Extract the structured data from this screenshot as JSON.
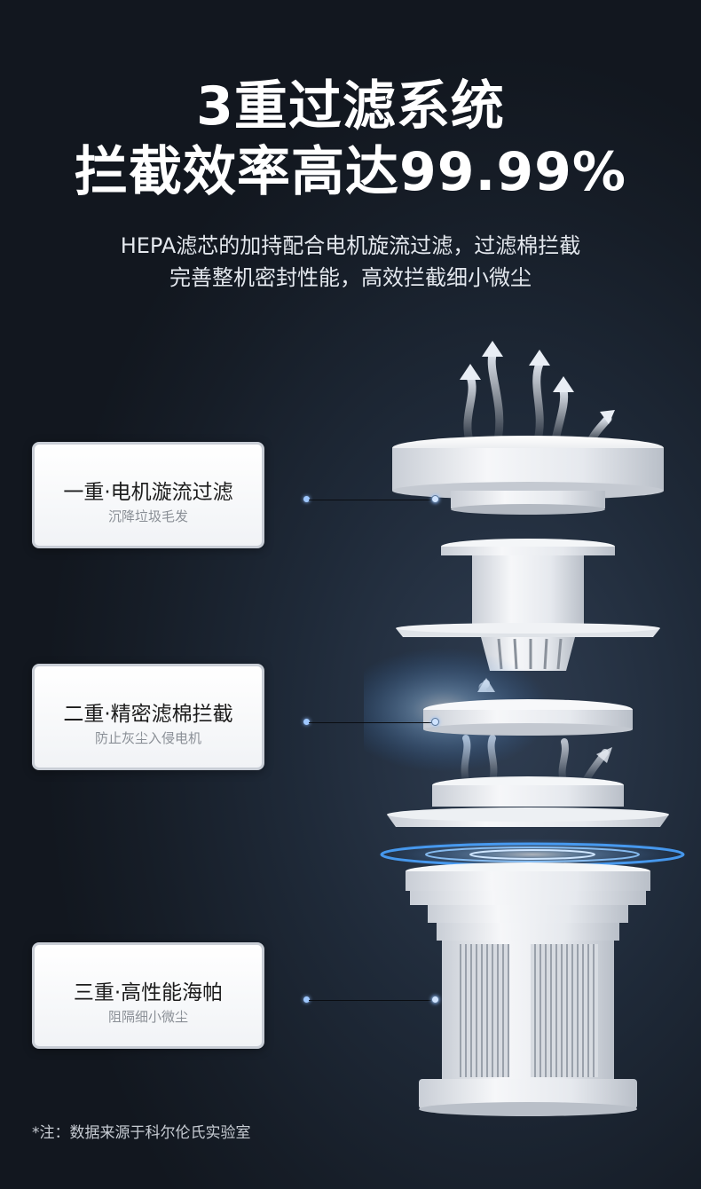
{
  "headline": {
    "line1": "3重过滤系统",
    "line2": "拦截效率高达99.99%"
  },
  "description": {
    "line1": "HEPA滤芯的加持配合电机旋流过滤，过滤棉拦截",
    "line2": "完善整机密封性能，高效拦截细小微尘"
  },
  "stages": [
    {
      "title": "一重·电机漩流过滤",
      "subtitle": "沉降垃圾毛发"
    },
    {
      "title": "二重·精密滤棉拦截",
      "subtitle": "防止灰尘入侵电机"
    },
    {
      "title": "三重·高性能海帕",
      "subtitle": "阻隔细小微尘"
    }
  ],
  "footnote": "*注：数据来源于科尔伦氏实验室",
  "colors": {
    "background": "#1a222e",
    "card": "#f4f6f8",
    "accent_glow": "#4aa3ff"
  }
}
